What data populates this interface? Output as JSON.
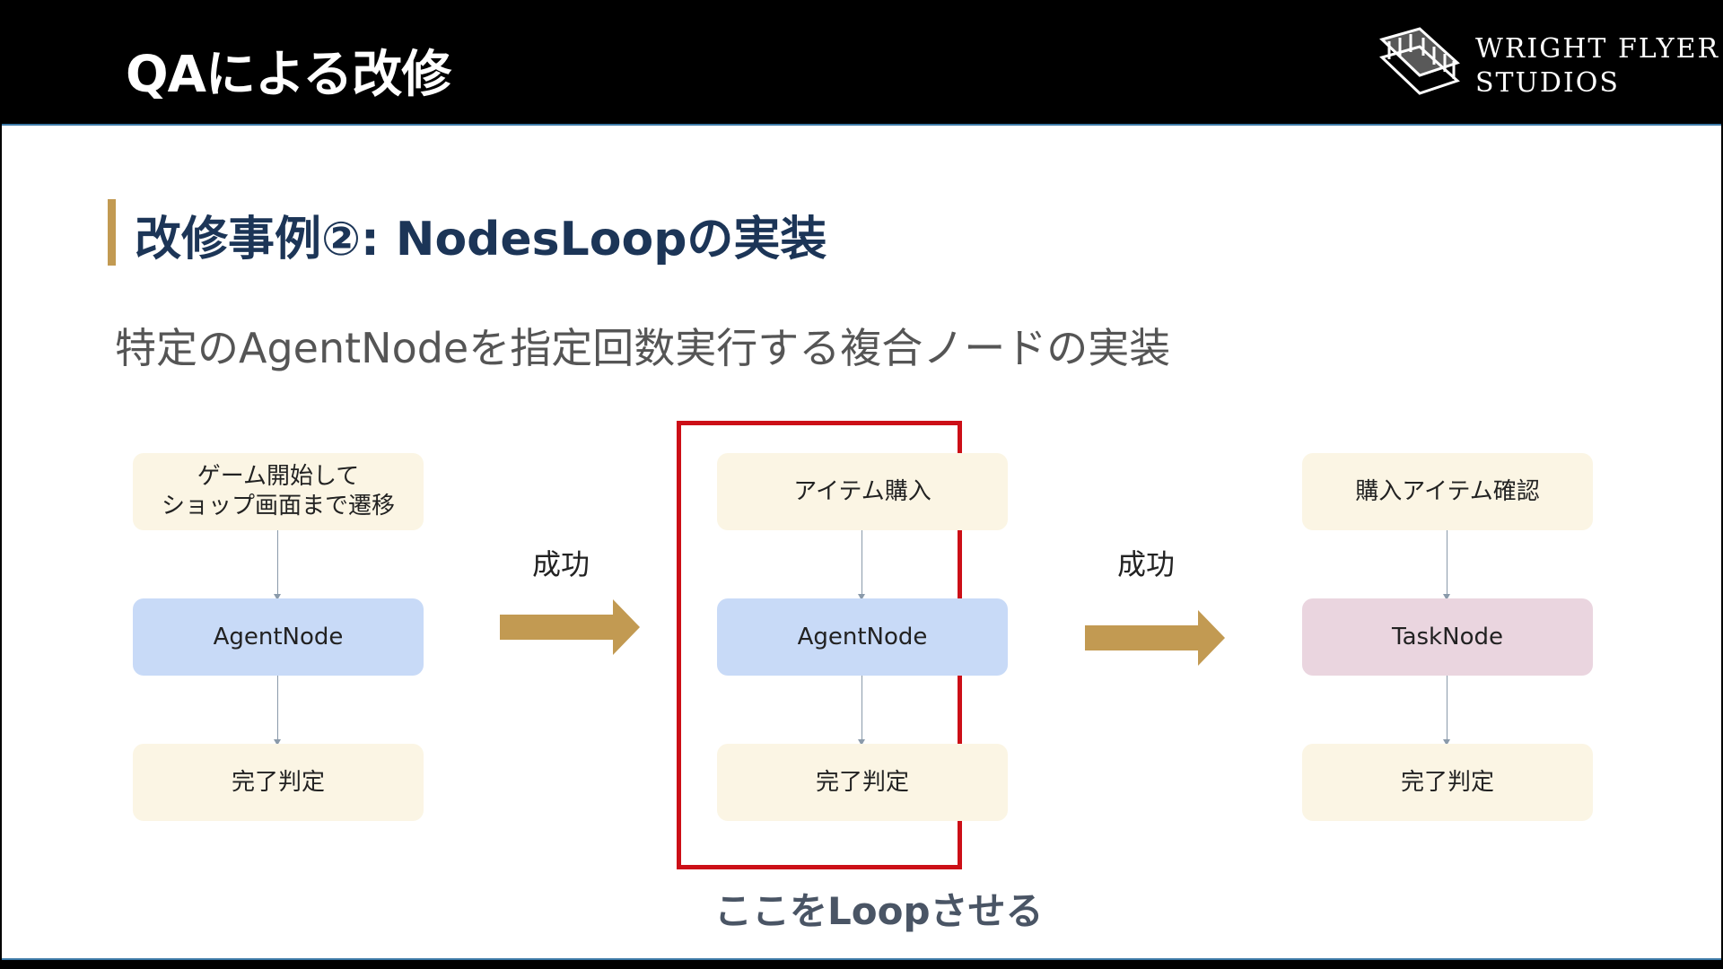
{
  "header": {
    "title": "QAによる改修",
    "logo": {
      "line1": "WRIGHT FLYER",
      "line2": "STUDIOS",
      "icon": "biplane-icon"
    }
  },
  "slide": {
    "section_title": "改修事例②: NodesLoopの実装",
    "subtitle": "特定のAgentNodeを指定回数実行する複合ノードの実装",
    "accent_color": "#c29a52",
    "highlight_color": "#cc0f17",
    "loop_caption": "ここをLoopさせる"
  },
  "diagram": {
    "columns": [
      {
        "nodes": [
          {
            "line1": "ゲーム開始して",
            "line2": "ショップ画面まで遷移",
            "color": "#fbf5e4"
          },
          {
            "line1": "AgentNode",
            "color": "#c8daf7"
          },
          {
            "line1": "完了判定",
            "color": "#fbf5e4"
          }
        ]
      },
      {
        "nodes": [
          {
            "line1": "アイテム購入",
            "color": "#fbf5e4"
          },
          {
            "line1": "AgentNode",
            "color": "#c8daf7"
          },
          {
            "line1": "完了判定",
            "color": "#fbf5e4"
          }
        ]
      },
      {
        "nodes": [
          {
            "line1": "購入アイテム確認",
            "color": "#fbf5e4"
          },
          {
            "line1": "TaskNode",
            "color": "#ead5df"
          },
          {
            "line1": "完了判定",
            "color": "#fbf5e4"
          }
        ]
      }
    ],
    "transitions": [
      {
        "label": "成功"
      },
      {
        "label": "成功"
      }
    ]
  }
}
